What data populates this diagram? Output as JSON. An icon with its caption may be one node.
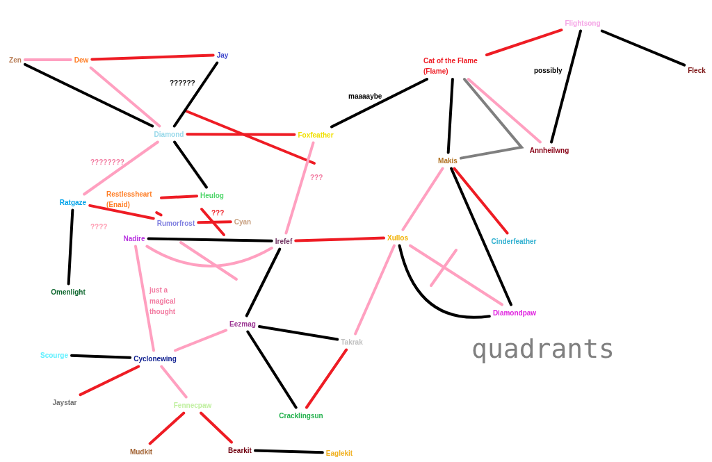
{
  "diagram": {
    "caption": "quadrants",
    "nodes": [
      {
        "text": [
          "Zen"
        ]
      },
      {
        "text": [
          "Dew"
        ]
      },
      {
        "text": [
          "Jay"
        ]
      },
      {
        "text": [
          "Diamond"
        ]
      },
      {
        "text": [
          "Foxfeather"
        ]
      },
      {
        "text": [
          "Cat of the Flame (Flame)"
        ]
      },
      {
        "text": [
          "Flightsong"
        ]
      },
      {
        "text": [
          "Fleck"
        ]
      },
      {
        "text": [
          "Makis"
        ]
      },
      {
        "text": [
          "Annheilwng"
        ]
      },
      {
        "text": [
          "Restlessheart (Enaid)"
        ]
      },
      {
        "text": [
          "Heulog"
        ]
      },
      {
        "text": [
          "Ratgaze"
        ]
      },
      {
        "text": [
          "Rumorfrost"
        ]
      },
      {
        "text": [
          "Cyan"
        ]
      },
      {
        "text": [
          "Nadire"
        ]
      },
      {
        "text": [
          "Irefef"
        ]
      },
      {
        "text": [
          "Xullos"
        ]
      },
      {
        "text": [
          "Cinderfeather"
        ]
      },
      {
        "text": [
          "Omenlight"
        ]
      },
      {
        "text": [
          "Eezmag"
        ]
      },
      {
        "text": [
          "Takrak"
        ]
      },
      {
        "text": [
          "Diamondpaw"
        ]
      },
      {
        "text": [
          "Scourge"
        ]
      },
      {
        "text": [
          "Cyclonewing"
        ]
      },
      {
        "text": [
          "Jaystar"
        ]
      },
      {
        "text": [
          "Fennecpaw"
        ]
      },
      {
        "text": [
          "Cracklingsun"
        ]
      },
      {
        "text": [
          "Mudkit"
        ]
      },
      {
        "text": [
          "Bearkit"
        ]
      },
      {
        "text": [
          "Eaglekit"
        ]
      }
    ],
    "edges": [
      {
        "from": 0,
        "to": 1,
        "arrow": "none",
        "color": "#ffa0c0"
      },
      {
        "from": 1,
        "to": 2,
        "arrow": "none",
        "color": "#ee1c24"
      },
      {
        "from": 0,
        "to": 3,
        "arrow": "none"
      },
      {
        "from": 1,
        "to": 3,
        "arrow": "none",
        "color": "#ffa0c0"
      },
      {
        "from": 2,
        "to": 3,
        "arrow": "none",
        "label": "??????"
      },
      {
        "from": 3,
        "to": 4,
        "arrow": "none",
        "color": "#ee1c24"
      },
      {
        "from": 3,
        "to": 11,
        "arrow": "none"
      },
      {
        "from": 3,
        "to": 12,
        "arrow": "none",
        "color": "#ffa0c0",
        "label": "????????"
      },
      {
        "from": 4,
        "to": 16,
        "arrow": "none",
        "color": "#ffa0c0",
        "label": "???"
      },
      {
        "from": 4,
        "to": 5,
        "arrow": "none",
        "label": "maaaaybe"
      },
      {
        "from": 5,
        "to": 6,
        "arrow": "none",
        "color": "#ee1c24"
      },
      {
        "from": 6,
        "to": 7,
        "arrow": "none"
      },
      {
        "from": 6,
        "to": 9,
        "arrow": "none",
        "label": "possibly"
      },
      {
        "from": 5,
        "to": 8,
        "arrow": "none"
      },
      {
        "from": 5,
        "to": 8,
        "arrow": "none",
        "color": "#7f7f7f"
      },
      {
        "from": 5,
        "to": 9,
        "arrow": "none",
        "color": "#ffa0c0"
      },
      {
        "from": 8,
        "to": 17,
        "arrow": "none",
        "color": "#ffa0c0"
      },
      {
        "from": 8,
        "to": 18,
        "arrow": "none",
        "color": "#ee1c24"
      },
      {
        "from": 8,
        "to": 22,
        "arrow": "none"
      },
      {
        "from": 10,
        "to": 11,
        "arrow": "none",
        "color": "#ee1c24"
      },
      {
        "from": 10,
        "to": 13,
        "arrow": "none",
        "color": "#ee1c24"
      },
      {
        "from": 12,
        "to": 13,
        "arrow": "none",
        "color": "#ee1c24"
      },
      {
        "from": 13,
        "to": 14,
        "arrow": "none",
        "color": "#ee1c24"
      },
      {
        "from": 12,
        "to": 19,
        "arrow": "none"
      },
      {
        "from": 15,
        "to": 16,
        "arrow": "none"
      },
      {
        "from": 15,
        "to": 16,
        "arrow": "none",
        "color": "#ffa0c0"
      },
      {
        "from": 16,
        "to": 17,
        "arrow": "none",
        "color": "#ee1c24"
      },
      {
        "from": 16,
        "to": 20,
        "arrow": "none"
      },
      {
        "from": 15,
        "to": 24,
        "arrow": "none",
        "color": "#ffa0c0",
        "label": "just a magical thought"
      },
      {
        "from": 17,
        "to": 21,
        "arrow": "none",
        "color": "#ffa0c0"
      },
      {
        "from": 17,
        "to": 22,
        "arrow": "none",
        "color": "#ffa0c0"
      },
      {
        "from": 17,
        "to": 22,
        "arrow": "none"
      },
      {
        "from": 20,
        "to": 24,
        "arrow": "none",
        "color": "#ffa0c0"
      },
      {
        "from": 20,
        "to": 21,
        "arrow": "none"
      },
      {
        "from": 20,
        "to": 27,
        "arrow": "none"
      },
      {
        "from": 21,
        "to": 27,
        "arrow": "none",
        "color": "#ee1c24"
      },
      {
        "from": 23,
        "to": 24,
        "arrow": "none"
      },
      {
        "from": 24,
        "to": 25,
        "arrow": "none",
        "color": "#ee1c24"
      },
      {
        "from": 24,
        "to": 26,
        "arrow": "none",
        "color": "#ffa0c0"
      },
      {
        "from": 26,
        "to": 28,
        "arrow": "none",
        "color": "#ee1c24"
      },
      {
        "from": 26,
        "to": 29,
        "arrow": "none",
        "color": "#ee1c24"
      },
      {
        "from": 29,
        "to": 30,
        "arrow": "none"
      }
    ],
    "labels": [
      "????",
      "???"
    ]
  }
}
